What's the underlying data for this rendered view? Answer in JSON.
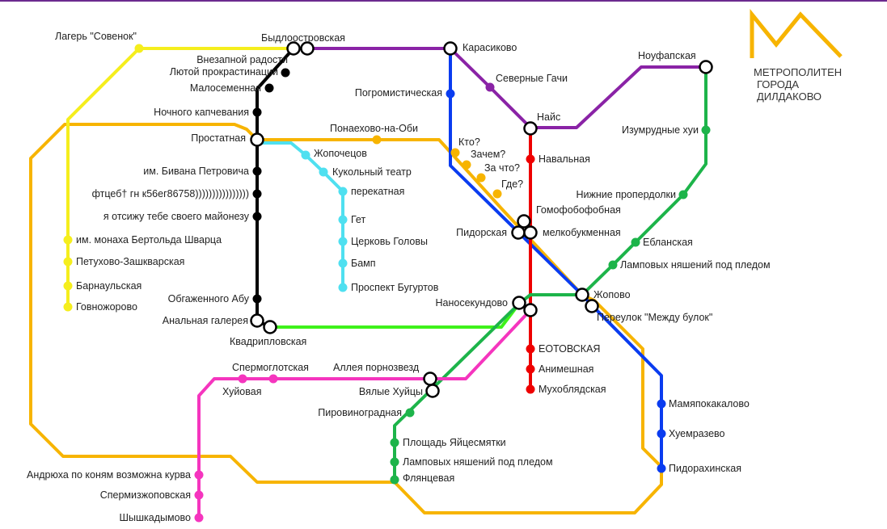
{
  "title": [
    "МЕТРОПОЛИТЕН",
    "ГОРОДА",
    "ДИЛДАКОВО"
  ],
  "line_colors": {
    "yellow": "#f5ee1d",
    "orange": "#f7b400",
    "purple": "#8a23a6",
    "black": "#000000",
    "cyan": "#4fe0f0",
    "blue": "#0a3cf0",
    "red": "#ee0000",
    "green": "#1db44a",
    "lime": "#3ef21a",
    "pink": "#f535be"
  },
  "stations": {
    "s_lager": "Лагерь \"Совенок\"",
    "s_bydlo": "Быдлоостровская",
    "s_karas": "Карасиково",
    "s_noufap": "Ноуфапская",
    "s_vnez": "Внезапной радости",
    "s_lyutoy": "Лютой прокрастинации",
    "s_malosem": "Малосеменная",
    "s_nochnogo": "Ночного капчевания",
    "s_prost": "Простатная",
    "s_bivan": "им. Бивана Петровича",
    "s_ftc": "фтцеб† гн к56ег86758))))))))))))))))",
    "s_otsizhu": "я отсижу тебе своего майонезу",
    "s_bertold": "им. монаха Бертольда Шварца",
    "s_petuh": "Петухово-Зашкварская",
    "s_barn": "Барнаульская",
    "s_govno": "Говножорово",
    "s_obagr": "Обгаженного Абу",
    "s_analn": "Анальная галерея",
    "s_kvadr": "Квадрипловская",
    "s_pogrom": "Погромистическая",
    "s_severn": "Северные Гачи",
    "s_nays": "Найс",
    "s_izum": "Изумрудные хуи",
    "s_ponae": "Понаехово-на-Оби",
    "s_zhopoch": "Жопочецов",
    "s_kukol": "Кукольный театр",
    "s_perek": "перекатная",
    "s_get": "Гет",
    "s_cerkov": "Церковь Головы",
    "s_bamp": "Бамп",
    "s_bugurt": "Проспект Бугуртов",
    "s_kto": "Кто?",
    "s_zachem": "Зачем?",
    "s_zachto": "За что?",
    "s_gde": "Где?",
    "s_naval": "Навальная",
    "s_nizhn": "Нижние пропердолки",
    "s_gomofob": "Гомофобофобная",
    "s_pidor": "Пидорская",
    "s_melkob": "мелкобукменная",
    "s_eblan": "Ебланская",
    "s_lampo1": "Ламповых няшений под пледом",
    "s_zhopovo": "Жопово",
    "s_pereulok": "Переулок \"Между булок\"",
    "s_nanosek": "Наносекундово",
    "s_eotov": "ЕОТОВСКАЯ",
    "s_animesh": "Анимешная",
    "s_muhobl": "Мухоблядская",
    "s_spermogl": "Спермоглотская",
    "s_huevaya": "Хуйовая",
    "s_alleya": "Аллея порнозвезд",
    "s_vyalye": "Вялые Хуйцы",
    "s_pirovin": "Пировиноградная",
    "s_ploshad": "Площадь Яйцесмятки",
    "s_lampo2": "Ламповых няшений под пледом",
    "s_flyanc": "Флянцевая",
    "s_mamyapo": "Мамяпокакалово",
    "s_huemraz": "Хуемразево",
    "s_pidorah": "Пидорахинская",
    "s_andryuha": "Андрюха по коням возможна курва",
    "s_spermizh": "Спермизжоповская",
    "s_shyshka": "Шышкадымово"
  }
}
